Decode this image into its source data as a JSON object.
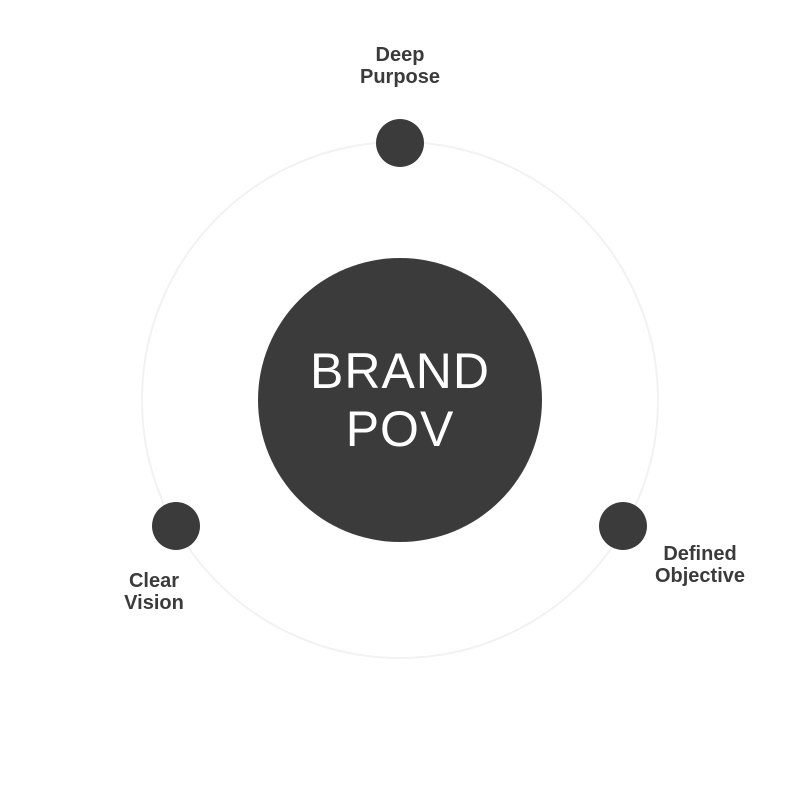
{
  "colors": {
    "node": "#3c3b3c",
    "ring": "#f2f2f2",
    "center_text": "#ffffff",
    "label_text": "#3c3b3c"
  },
  "center": {
    "line1": "BRAND",
    "line2": "POV"
  },
  "nodes": {
    "top": {
      "line1": "Deep",
      "line2": "Purpose"
    },
    "right": {
      "line1": "Defined",
      "line2": "Objective"
    },
    "left": {
      "line1": "Clear",
      "line2": "Vision"
    }
  }
}
